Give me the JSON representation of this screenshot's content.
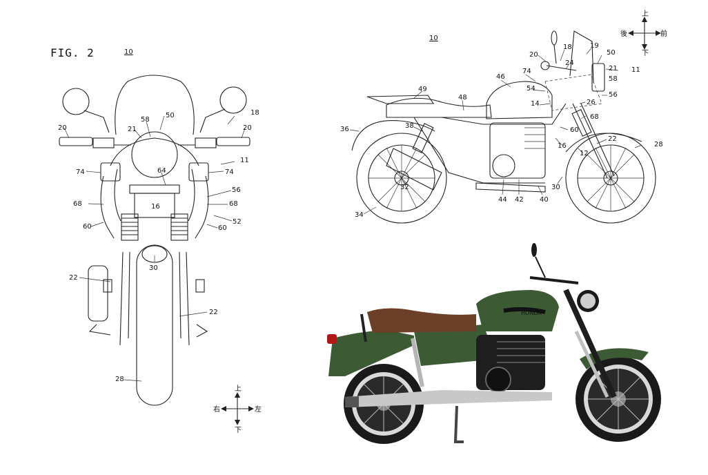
{
  "front_view": {
    "figure_title": "FIG. 2",
    "ref_number": "10",
    "labels": [
      "18",
      "20",
      "20",
      "21",
      "58",
      "50",
      "11",
      "74",
      "74",
      "64",
      "56",
      "68",
      "68",
      "16",
      "52",
      "60",
      "60",
      "30",
      "22",
      "22",
      "28"
    ],
    "direction": {
      "up": "上",
      "down": "下",
      "left": "右",
      "right": "左"
    }
  },
  "side_view": {
    "ref_number": "10",
    "labels": [
      "20",
      "18",
      "24",
      "19",
      "50",
      "21",
      "11",
      "58",
      "46",
      "74",
      "54",
      "56",
      "14",
      "26",
      "49",
      "48",
      "68",
      "38",
      "36",
      "60",
      "16",
      "22",
      "28",
      "12",
      "32",
      "44",
      "42",
      "40",
      "30",
      "34"
    ],
    "direction": {
      "up": "上",
      "down": "下",
      "left": "後",
      "right": "前"
    }
  },
  "photo": {
    "brand_text": "HONDA",
    "body_color": "#3c5a33",
    "seat_color": "#6b3f28"
  }
}
